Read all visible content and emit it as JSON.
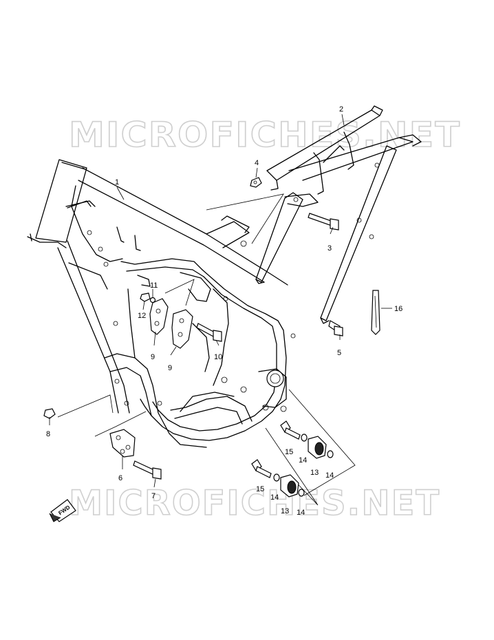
{
  "watermark": {
    "top": "MICROFICHES.NET",
    "bottom": "MICROFICHES.NET"
  },
  "fwd_label": "FWD",
  "callouts": [
    "1",
    "2",
    "3",
    "4",
    "5",
    "6",
    "7",
    "8",
    "9",
    "9",
    "10",
    "11",
    "12",
    "13",
    "13",
    "14",
    "14",
    "14",
    "14",
    "15",
    "15",
    "16"
  ]
}
